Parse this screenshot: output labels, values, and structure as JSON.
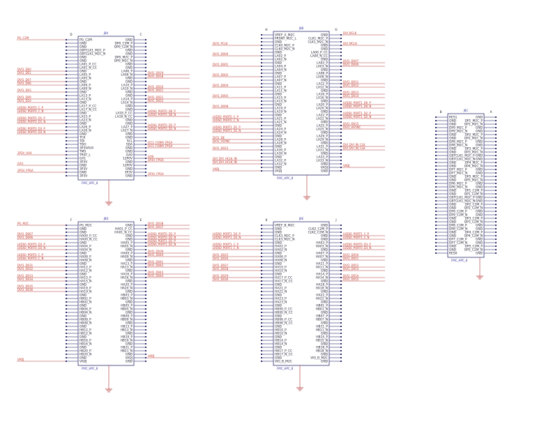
{
  "schematic": {
    "blocks": [
      {
        "ref": "J8A",
        "suffix": "",
        "pre": "D",
        "post": "C",
        "footer": "FMC_HPC_8",
        "left": [
          "PG_C2M",
          "GND",
          "GND",
          "GBTCLK1_M2C_P",
          "GBTCLK1_M2C_N",
          "GND",
          "GND",
          "LA01_P_CC",
          "LA01_N_CC",
          "GND",
          "LA05_P",
          "LA05_N",
          "GND",
          "LA09_P",
          "LA09_N",
          "GND",
          "LA13_P",
          "LA13_N",
          "GND",
          "LA17_P_CC",
          "LA17_N_CC",
          "GND",
          "LA23_P",
          "LA23_N",
          "GND",
          "LA26_P",
          "LA26_N",
          "GND",
          "TCK",
          "TDI",
          "TDO",
          "3P3VAUX",
          "TMS",
          "TRST_L",
          "GA1",
          "3P3V",
          "GND",
          "3P3V",
          "GND",
          "3P3V"
        ],
        "right": [
          "GND",
          "DP0_C2M_P",
          "DP0_C2M_N",
          "GND",
          "GND",
          "DP0_M2C_P",
          "DP0_M2C_N",
          "GND",
          "GND",
          "LA06_P",
          "LA06_N",
          "GND",
          "GND",
          "LA10_P",
          "LA10_N",
          "GND",
          "GND",
          "LA14_P",
          "LA14_N",
          "GND",
          "GND",
          "LA18_P_CC",
          "LA18_N_CC",
          "GND",
          "GND",
          "LA27_P",
          "LA27_N",
          "GND",
          "GND",
          "SCL",
          "SDA",
          "GND",
          "GND",
          "GA0",
          "12P0V",
          "GND",
          "12P0V",
          "GND",
          "3P3V",
          "GND"
        ],
        "lnets": [
          [
            0,
            "PG_C2M"
          ],
          [
            9,
            "DVI1_DE0"
          ],
          [
            10,
            "DVI1_DE1"
          ],
          [
            12,
            "DVI1_D07"
          ],
          [
            13,
            "DVI1_D06"
          ],
          [
            15,
            "DVI1_D03"
          ],
          [
            17,
            "DVI1_D09"
          ],
          [
            18,
            "DVI1_D10"
          ],
          [
            20,
            "LVDS0_PORT0_C_P"
          ],
          [
            21,
            "LVDS0_PORT0_C_N"
          ],
          [
            23,
            "LVDS0_PORT0_D1_P"
          ],
          [
            24,
            "LVDS0_PORT0_D1_N"
          ],
          [
            26,
            "LVDS0_PORT0_D3_P"
          ],
          [
            27,
            "LVDS0_PORT0_D3_N"
          ],
          [
            33,
            "3P3V_AUX"
          ],
          [
            36,
            "GA1"
          ],
          [
            38,
            "3P3V_FPGA"
          ]
        ],
        "rnets": [
          [
            10,
            "DVI1_D019"
          ],
          [
            11,
            "DVI1_D018"
          ],
          [
            14,
            "DVI1_D020"
          ],
          [
            15,
            "DVI1_D021"
          ],
          [
            17,
            "DVI1_D021"
          ],
          [
            18,
            "DVI1_D022"
          ],
          [
            21,
            "LVDS0_PORT0_D0_P"
          ],
          [
            22,
            "LVDS0_PORT0_D0_N"
          ],
          [
            25,
            "LVDS0_PORT0_D2_P"
          ],
          [
            26,
            "LVDS0_PORT0_D2_N"
          ],
          [
            30,
            "I2C1_FORM_FPGA"
          ],
          [
            31,
            "I2C1_FORM_FPGA"
          ],
          [
            34,
            "GA0"
          ],
          [
            35,
            "3P3V_FPGA"
          ],
          [
            39,
            "3P3V_FPGA"
          ]
        ]
      },
      {
        "ref": "J8B",
        "suffix": "",
        "pre": "H",
        "post": "G",
        "footer": "FMC_HPC_8",
        "left": [
          "VREF_A_M2C",
          "PRSNT_M2C_L",
          "GND",
          "CLK0_M2C_P",
          "CLK0_M2C_N",
          "GND",
          "LA02_P",
          "LA02_N",
          "GND",
          "LA04_P",
          "LA04_N",
          "GND",
          "LA07_P",
          "LA07_N",
          "GND",
          "LA11_P",
          "LA11_N",
          "GND",
          "LA15_P",
          "LA15_N",
          "GND",
          "LA19_P",
          "LA19_N",
          "GND",
          "LA21_P",
          "LA21_N",
          "GND",
          "LA24_P",
          "LA24_N",
          "GND",
          "LA28_P",
          "LA28_N",
          "GND",
          "LA30_P",
          "LA30_N",
          "GND",
          "LA32_P",
          "LA32_N",
          "GND",
          "VADJ"
        ],
        "right": [
          "GND",
          "CLK1_M2C_P",
          "CLK1_M2C_N",
          "GND",
          "GND",
          "LA00_P_CC",
          "LA00_N_CC",
          "GND",
          "LA03_P",
          "LA03_N",
          "GND",
          "LA08_P",
          "LA08_N",
          "GND",
          "LA12_P",
          "LA12_N",
          "GND",
          "LA16_P",
          "LA16_N",
          "GND",
          "LA20_P",
          "LA20_N",
          "GND",
          "LA22_P",
          "LA22_N",
          "GND",
          "LA25_P",
          "LA25_N",
          "GND",
          "LA29_P",
          "LA29_N",
          "GND",
          "LA31_P",
          "LA31_N",
          "GND",
          "LA33_P",
          "LA33_N",
          "GND",
          "VADJ",
          "GND"
        ],
        "lnets": [
          [
            3,
            "DVI1_PCLK"
          ],
          [
            6,
            "DVI1_D000"
          ],
          [
            9,
            "DVI1_D001"
          ],
          [
            12,
            "DVI1_D002"
          ],
          [
            15,
            "DVI1_D004"
          ],
          [
            18,
            "DVI1_D005"
          ],
          [
            21,
            "DVI1_D008"
          ],
          [
            24,
            "LVDS0_PORT0_C_P"
          ],
          [
            25,
            "LVDS0_PORT0_C_N"
          ],
          [
            27,
            "LVDS0_PORT1_D1_P"
          ],
          [
            28,
            "LVDS0_PORT1_D1_N"
          ],
          [
            30,
            "DVI1_DE"
          ],
          [
            31,
            "DVI1_VSYNC"
          ],
          [
            33,
            "DVI1_D023"
          ],
          [
            36,
            "DVI_DVI_HCLK_IN"
          ],
          [
            37,
            "DVI_DVI_HCLK_IN"
          ],
          [
            39,
            "VADJ"
          ]
        ],
        "rnets": [
          [
            0,
            "DVI_BCLK"
          ],
          [
            3,
            "DVI_MCLK"
          ],
          [
            8,
            "DVI1_D047"
          ],
          [
            9,
            "DVI1_D046"
          ],
          [
            14,
            "DVI1_D011"
          ],
          [
            15,
            "DVI1_D012"
          ],
          [
            17,
            "DVI1_D013"
          ],
          [
            18,
            "DVI1_D014"
          ],
          [
            20,
            "LVDS0_PORT1_D0_P"
          ],
          [
            21,
            "LVDS0_PORT1_D0_N"
          ],
          [
            23,
            "LVDS0_PORT1_D2_P"
          ],
          [
            24,
            "LVDS0_PORT1_D2_N"
          ],
          [
            26,
            "DVI1_D015"
          ],
          [
            27,
            "DVI1_HSYNC"
          ],
          [
            32,
            "DVI_DVI_IN_CLK"
          ],
          [
            33,
            "DVI_DVI_IN_CLK"
          ],
          [
            38,
            "VADJ"
          ]
        ]
      },
      {
        "ref": "J8C",
        "suffix": "",
        "pre": "B",
        "post": "A",
        "footer": "FMC_HPC_8",
        "left": [
          "RES1",
          "GND",
          "GND",
          "DP9_M2C_P",
          "DP9_M2C_N",
          "GND",
          "GND",
          "DP8_M2C_P",
          "DP8_M2C_N",
          "GND",
          "GND",
          "GBTCLK1_M2C_P",
          "GBTCLK1_M2C_N",
          "GND",
          "GND",
          "DP7_M2C_P",
          "DP7_M2C_N",
          "GND",
          "GND",
          "DP6_M2C_P",
          "DP6_M2C_N",
          "GND",
          "GND",
          "GBTCLK1_M2C_P",
          "GBTCLK1_M2C_N",
          "GND",
          "GND",
          "DP9_C2M_P",
          "DP9_C2M_N",
          "GND",
          "GND",
          "DP8_C2M_P",
          "DP8_C2M_N",
          "GND",
          "GND",
          "DP7_C2M_P",
          "DP7_C2M_N",
          "GND",
          "GND",
          "RES0"
        ],
        "right": [
          "GND",
          "DP1_M2C_P",
          "DP1_M2C_N",
          "GND",
          "GND",
          "DP2_M2C_P",
          "DP2_M2C_N",
          "GND",
          "GND",
          "DP3_M2C_P",
          "DP3_M2C_N",
          "GND",
          "GND",
          "DP4_M2C_P",
          "DP4_M2C_N",
          "GND",
          "GND",
          "DP5_M2C_P",
          "DP5_M2C_N",
          "GND",
          "GND",
          "DP1_C2M_P",
          "DP1_C2M_N",
          "GND",
          "GND",
          "DP2_C2M_P",
          "DP2_C2M_N",
          "GND",
          "GND",
          "DP3_C2M_P",
          "DP3_C2M_N",
          "GND",
          "GND",
          "DP4_C2M_P",
          "DP4_C2M_N",
          "GND",
          "GND",
          "DP5_C2M_P",
          "DP5_C2M_N",
          "GND"
        ],
        "lnets": [],
        "rnets": []
      },
      {
        "ref": "J8D",
        "suffix": "",
        "pre": "F",
        "post": "E",
        "footer": "FMC_HPC_8",
        "left": [
          "PG_M2C",
          "GND",
          "GND",
          "HA00_P_CC",
          "HA00_N_CC",
          "GND",
          "HA04_P",
          "HA04_N",
          "GND",
          "HA08_P",
          "HA08_N",
          "GND",
          "HA12_P",
          "HA12_N",
          "GND",
          "HA15_P",
          "HA15_N",
          "GND",
          "HA19_P",
          "HA19_N",
          "GND",
          "HB02_P",
          "HB02_N",
          "GND",
          "HB04_P",
          "HB04_N",
          "GND",
          "HB08_P",
          "HB08_N",
          "GND",
          "HB12_P",
          "HB12_N",
          "GND",
          "HB16_P",
          "HB16_N",
          "GND",
          "HB20_P",
          "HB20_N",
          "GND",
          "VADJ"
        ],
        "right": [
          "GND",
          "HA01_P_CC",
          "HA01_N_CC",
          "GND",
          "GND",
          "HA05_P",
          "HA05_N",
          "GND",
          "HA09_P",
          "HA09_N",
          "GND",
          "HA13_P",
          "HA13_N",
          "GND",
          "HA16_P",
          "HA16_N",
          "GND",
          "HA20_P",
          "HA20_N",
          "GND",
          "HB03_P",
          "HB03_N",
          "GND",
          "HB05_P",
          "HB05_N",
          "GND",
          "HB09_P",
          "HB09_N",
          "GND",
          "HB13_P",
          "HB13_N",
          "GND",
          "HB19_P",
          "HB19_N",
          "GND",
          "HB21_P",
          "HB21_N",
          "GND",
          "VADJ",
          "GND"
        ],
        "lnets": [
          [
            0,
            "PG_M2C"
          ],
          [
            3,
            "DVI1_D067"
          ],
          [
            4,
            "DVI1_D066"
          ],
          [
            6,
            "LVDS0_PORT0_D3_P"
          ],
          [
            7,
            "LVDS0_PORT0_D3_N"
          ],
          [
            9,
            "LVDS0_PORT0_C_P"
          ],
          [
            10,
            "LVDS0_PORT0_C_N"
          ],
          [
            12,
            "DVI1_D031"
          ],
          [
            13,
            "DVI1_D032"
          ],
          [
            15,
            "DVI1_D033"
          ],
          [
            16,
            "DVI1_D034"
          ],
          [
            18,
            "DVI1_D035"
          ],
          [
            19,
            "DVI1_D036"
          ],
          [
            39,
            "VADJ"
          ]
        ],
        "rnets": [
          [
            0,
            "DVI1_D038"
          ],
          [
            1,
            "DVI1_D037"
          ],
          [
            3,
            "LVDS0_PORT0_D2_P"
          ],
          [
            4,
            "LVDS0_PORT0_D2_N"
          ],
          [
            5,
            "LVDS0_PORT1_D1_P"
          ],
          [
            6,
            "LVDS0_PORT1_D1_N"
          ],
          [
            8,
            "DVI1_D039"
          ],
          [
            9,
            "DVI1_D040"
          ],
          [
            11,
            "DVI1_D041"
          ],
          [
            12,
            "DVI1_D042"
          ],
          [
            14,
            "DVI1_D043"
          ],
          [
            15,
            "DVI1_D044"
          ],
          [
            38,
            "VADJ"
          ]
        ]
      },
      {
        "ref": "J8E",
        "suffix": "",
        "pre": "K",
        "post": "J",
        "footer": "FMC_HPC_8",
        "left": [
          "VREF_B_M2C",
          "GND",
          "GND",
          "CLK3_M2C_P",
          "CLK3_M2C_N",
          "GND",
          "HA02_P",
          "HA02_N",
          "GND",
          "HA06_P",
          "HA06_N",
          "GND",
          "HA10_P",
          "HA10_N",
          "GND",
          "HA17_P_CC",
          "HA17_N_CC",
          "GND",
          "HA21_P",
          "HA21_N",
          "GND",
          "HA23_P",
          "HA23_N",
          "GND",
          "HB00_P_CC",
          "HB00_N_CC",
          "GND",
          "HB06_P_CC",
          "HB06_N_CC",
          "GND",
          "HB10_P",
          "HB10_N",
          "GND",
          "HB14_P",
          "HB14_N",
          "GND",
          "HB17_P_CC",
          "HB17_N_CC",
          "GND",
          "VIO_B_M2C"
        ],
        "right": [
          "GND",
          "CLK2_C2M_P",
          "CLK2_C2M_N",
          "GND",
          "GND",
          "HA03_P",
          "HA03_N",
          "GND",
          "HA07_P",
          "HA07_N",
          "GND",
          "HA11_P",
          "HA11_N",
          "GND",
          "HA14_P",
          "HA14_N",
          "GND",
          "HA18_P",
          "HA18_N",
          "GND",
          "HA22_P",
          "HA22_N",
          "GND",
          "HB01_P",
          "HB01_N",
          "GND",
          "HB07_P",
          "HB07_N",
          "GND",
          "HB11_P",
          "HB11_N",
          "GND",
          "HB15_P",
          "HB15_N",
          "GND",
          "HB18_P",
          "HB18_N",
          "GND",
          "VIO_B_M2C",
          "GND"
        ],
        "lnets": [
          [
            3,
            "LVDS0_PORT1_D3_P"
          ],
          [
            4,
            "LVDS0_PORT1_D3_N"
          ],
          [
            6,
            "LVDS0_PORT1_C_P"
          ],
          [
            7,
            "LVDS0_PORT1_C_N"
          ],
          [
            9,
            "DVI1_D025"
          ],
          [
            10,
            "DVI1_D026"
          ],
          [
            12,
            "DVI1_D027"
          ],
          [
            13,
            "DVI1_D028"
          ],
          [
            15,
            "DVI1_D029"
          ],
          [
            16,
            "DVI1_D030"
          ]
        ],
        "rnets": [
          [
            3,
            "LVDS0_PORT1_C_P"
          ],
          [
            4,
            "LVDS0_PORT1_C_N"
          ],
          [
            6,
            "LVDS0_PORT0_D3_P"
          ],
          [
            7,
            "LVDS0_PORT0_D3_N"
          ],
          [
            9,
            "DVI1_D050"
          ],
          [
            10,
            "DVI1_D051"
          ],
          [
            12,
            "DVI1_D052"
          ],
          [
            13,
            "DVI1_D053"
          ],
          [
            15,
            "DVI1_D054"
          ],
          [
            16,
            "DVI1_D055"
          ]
        ]
      }
    ]
  }
}
